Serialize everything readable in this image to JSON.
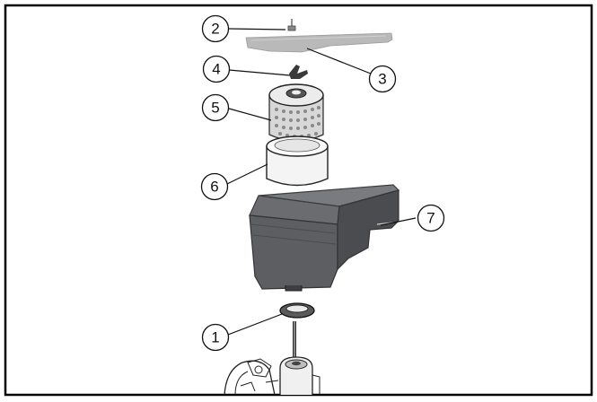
{
  "diagram": {
    "callouts": [
      {
        "id": "1",
        "label": "1",
        "part": "foam-seal-washer"
      },
      {
        "id": "2",
        "label": "2",
        "part": "screw"
      },
      {
        "id": "3",
        "label": "3",
        "part": "air-cleaner-cover"
      },
      {
        "id": "4",
        "label": "4",
        "part": "wing-nut"
      },
      {
        "id": "5",
        "label": "5",
        "part": "paper-filter-element"
      },
      {
        "id": "6",
        "label": "6",
        "part": "foam-pre-cleaner"
      },
      {
        "id": "7",
        "label": "7",
        "part": "air-cleaner-base"
      }
    ],
    "colors": {
      "border": "#000000",
      "base_dark": "#4b4c4f",
      "base_mid": "#5d5e61",
      "base_light": "#7a7b7e",
      "cover": "#b9b9b9",
      "filter_dots": "#8a8a8a"
    }
  }
}
